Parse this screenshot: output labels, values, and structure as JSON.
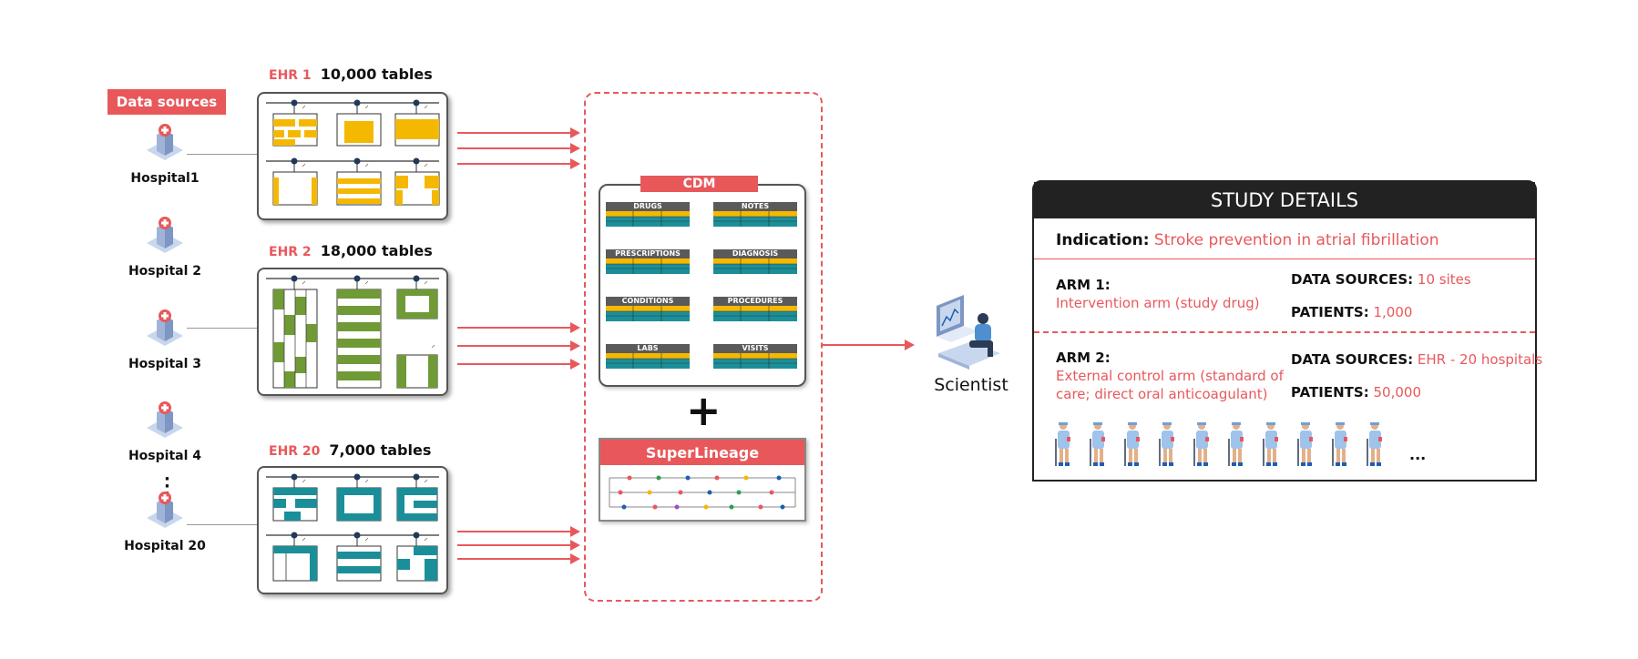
{
  "data_sources_label": "Data sources",
  "hospitals": [
    {
      "name": "Hospital1"
    },
    {
      "name": "Hospital 2"
    },
    {
      "name": "Hospital 3"
    },
    {
      "name": "Hospital 4"
    },
    {
      "name": "Hospital 20"
    }
  ],
  "ehrs": [
    {
      "name": "EHR 1",
      "tables": "10,000 tables",
      "color": "#f5b800"
    },
    {
      "name": "EHR 2",
      "tables": "18,000 tables",
      "color": "#6f9a36"
    },
    {
      "name": "EHR 20",
      "tables": "7,000 tables",
      "color": "#1a8f9a"
    }
  ],
  "cdm": {
    "label": "CDM",
    "tables": [
      "DRUGS",
      "NOTES",
      "PRESCRIPTIONS",
      "DIAGNOSIS",
      "CONDITIONS",
      "PROCEDURES",
      "LABS",
      "VISITS"
    ],
    "colors": {
      "stripe_a": "#f5b800",
      "stripe_b": "#1a8f9a"
    }
  },
  "plus_sign": "+",
  "superlineage": {
    "label": "SuperLineage"
  },
  "scientist": {
    "label": "Scientist"
  },
  "study": {
    "header": "STUDY DETAILS",
    "indication_key": "Indication:",
    "indication_value": "Stroke prevention in atrial fibrillation",
    "arm1": {
      "title": "ARM 1:",
      "desc": "Intervention arm (study drug)",
      "sources_key": "DATA SOURCES:",
      "sources_value": "10 sites",
      "patients_key": "PATIENTS:",
      "patients_value": "1,000"
    },
    "arm2": {
      "title": "ARM 2:",
      "desc_line1": "External control arm (standard of",
      "desc_line2": "care; direct oral anticoagulant)",
      "sources_key": "DATA SOURCES:",
      "sources_value": "EHR - 20 hospitals",
      "patients_key": "PATIENTS:",
      "patients_value": "50,000"
    },
    "ellipsis": "..."
  },
  "colors": {
    "accent": "#e8585b",
    "dark": "#222222"
  }
}
